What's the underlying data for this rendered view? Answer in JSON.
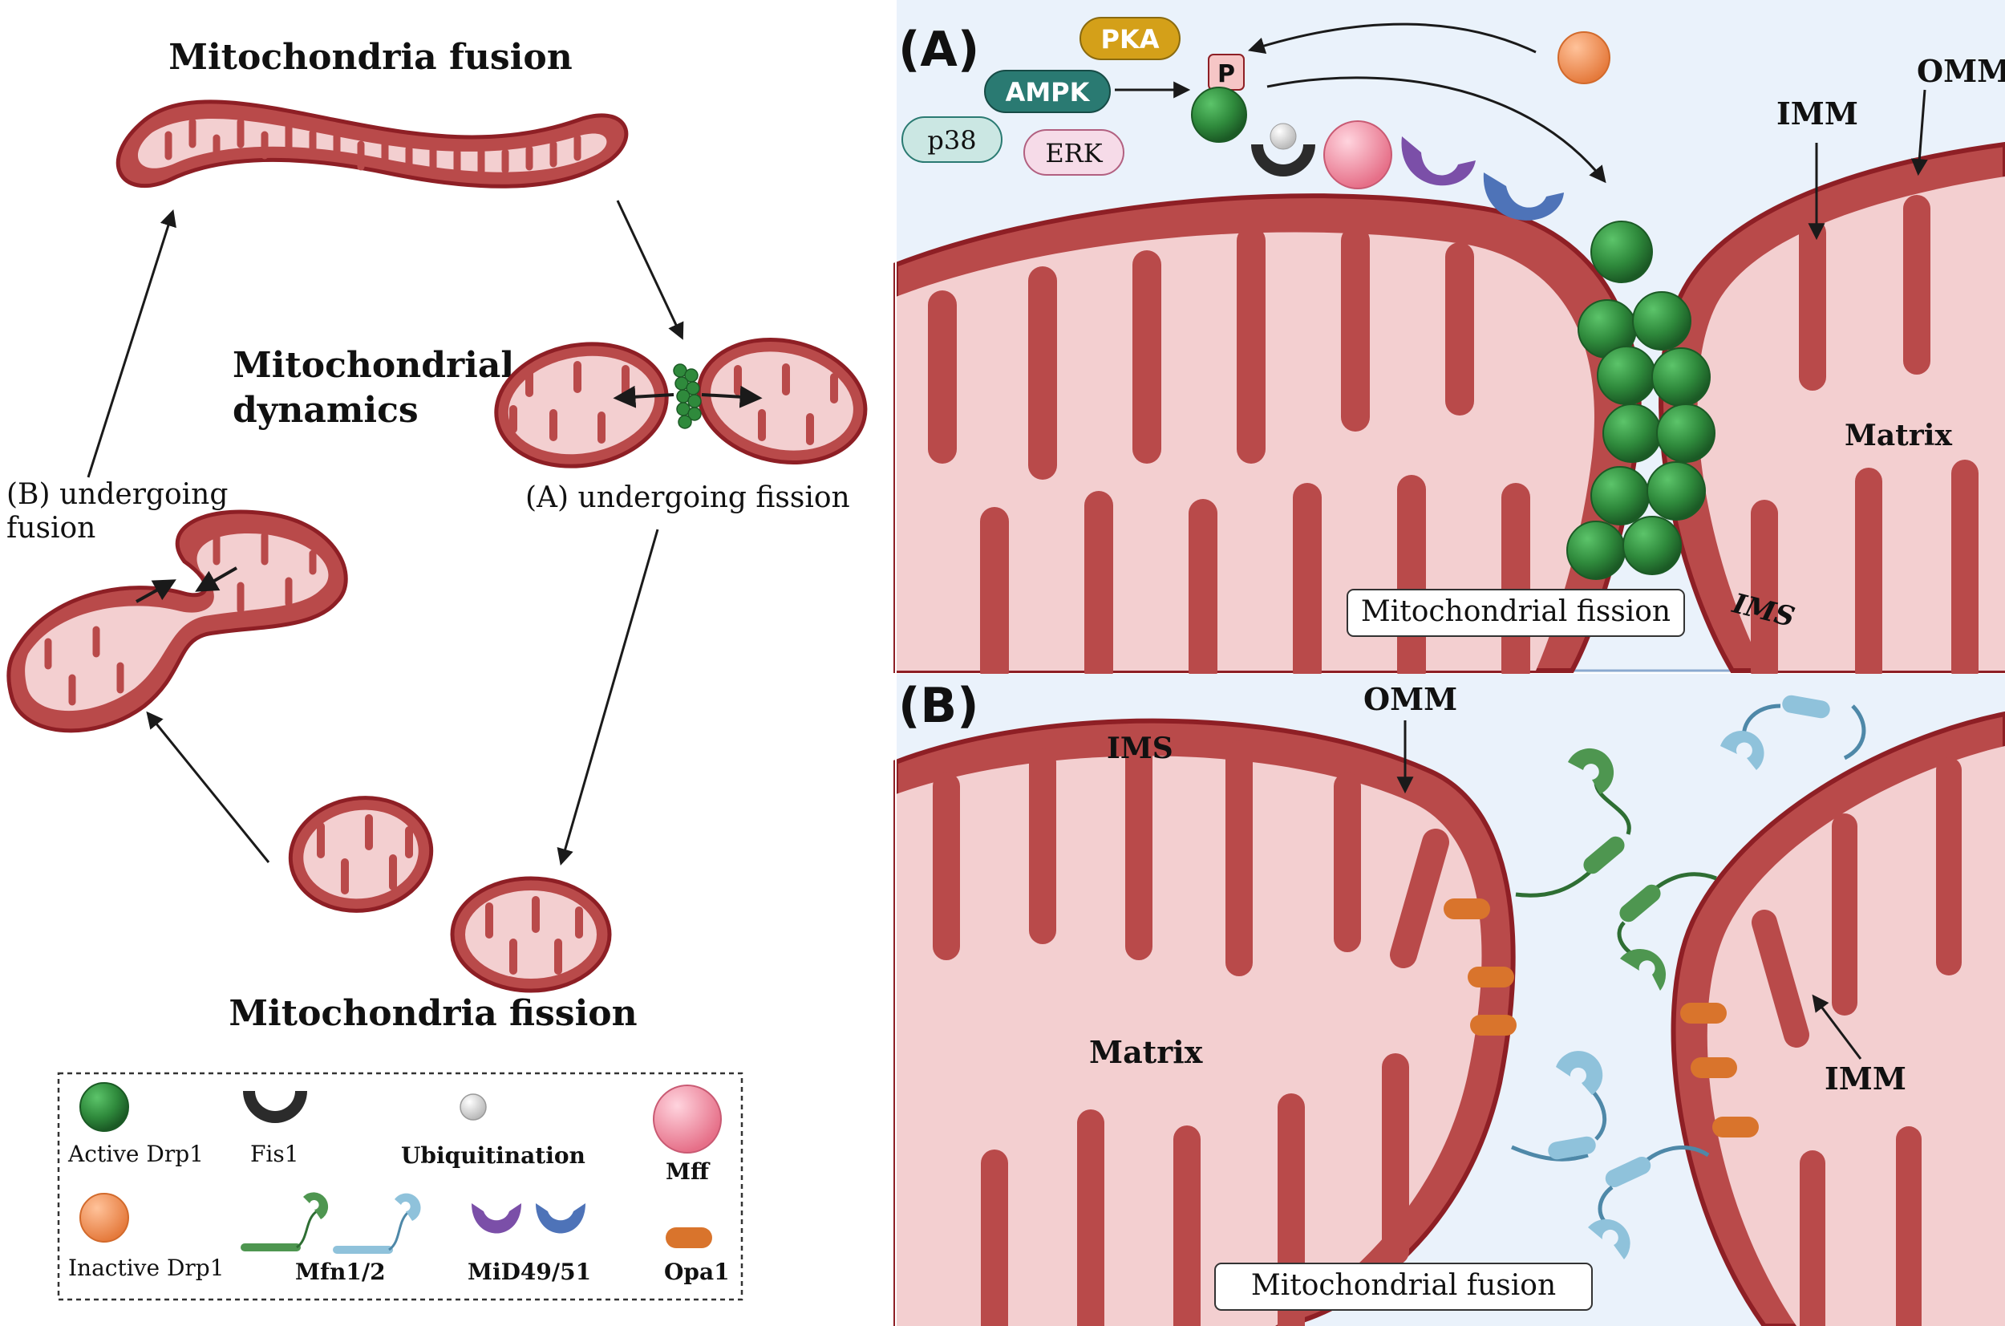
{
  "left": {
    "title_fusion": "Mitochondria fusion",
    "title_dynamics_1": "Mitochondrial",
    "title_dynamics_2": "dynamics",
    "title_fission": "Mitochondria fission",
    "label_b_1": "(B) undergoing",
    "label_b_2": "fusion",
    "label_a": "(A) undergoing fission"
  },
  "legend": {
    "active_drp1": "Active Drp1",
    "fis1": "Fis1",
    "ubiquitination": "Ubiquitination",
    "mff": "Mff",
    "inactive_drp1": "Inactive Drp1",
    "mfn": "Mfn1/2",
    "mid": "MiD49/51",
    "opa1": "Opa1"
  },
  "panel_a": {
    "label": "(A)",
    "pka": "PKA",
    "ampk": "AMPK",
    "p38": "p38",
    "erk": "ERK",
    "p": "P",
    "omm": "OMM",
    "imm": "IMM",
    "matrix": "Matrix",
    "ims": "IMS",
    "box": "Mitochondrial fission"
  },
  "panel_b": {
    "label": "(B)",
    "omm": "OMM",
    "ims": "IMS",
    "matrix": "Matrix",
    "imm": "IMM",
    "box": "Mitochondrial fusion"
  },
  "colors": {
    "mito_outer": "#b94a4a",
    "mito_rim": "#8e1f25",
    "mito_inner": "#f3cfd0",
    "drp1_active": "#2f8a3c",
    "drp1_inactive": "#f0935a",
    "panel_bg": "#eaf2fb",
    "mff": "#ef8ca0",
    "mid49": "#7b4fa8",
    "mid51": "#4e73b8",
    "mfn_green": "#4e9650",
    "mfn_blue": "#8fc2db",
    "opa1": "#d9742c",
    "pka": "#d4a019",
    "ampk": "#2a7a72",
    "p38": "#cbe7e3",
    "erk": "#f6dbe8"
  }
}
